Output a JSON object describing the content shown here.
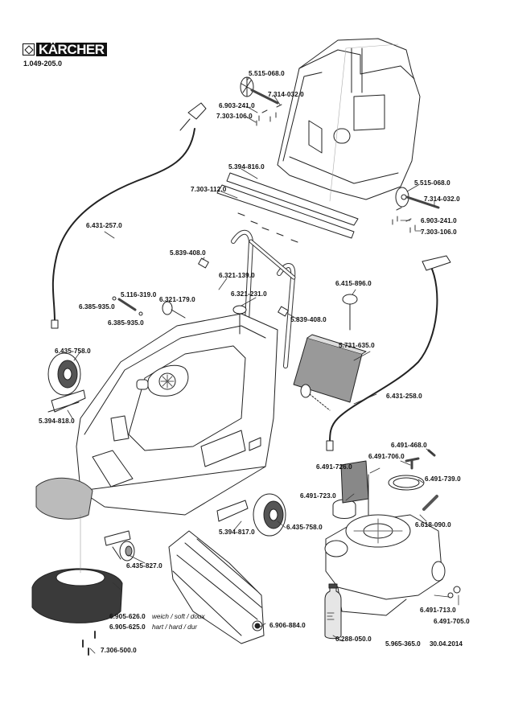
{
  "header": {
    "brand": "KÄRCHER",
    "document_number": "1.049-205.0"
  },
  "parts": {
    "p01": "5.515-068.0",
    "p02": "7.314-032.0",
    "p03": "6.903-241.0",
    "p04": "7.303-106.0",
    "p05": "5.394-816.0",
    "p06": "7.303-112.0",
    "p07": "5.515-068.0",
    "p08": "7.314-032.0",
    "p09": "6.903-241.0",
    "p10": "7.303-106.0",
    "p11": "6.431-257.0",
    "p12": "5.839-408.0",
    "p13": "6.321-139.0",
    "p14": "5.116-319.0",
    "p15": "6.321-179.0",
    "p16": "6.385-935.0",
    "p17": "6.385-935.0",
    "p18": "6.321-231.0",
    "p19": "6.415-896.0",
    "p20": "5.839-408.0",
    "p21": "6.435-758.0",
    "p22": "5.731-635.0",
    "p23": "5.394-818.0",
    "p24": "6.431-258.0",
    "p25": "6.491-468.0",
    "p26": "6.491-726.0",
    "p27": "6.491-706.0",
    "p28": "6.491-739.0",
    "p29": "6.491-723.0",
    "p30": "6.618-090.0",
    "p31": "5.394-817.0",
    "p32": "6.435-758.0",
    "p33": "6.435-827.0",
    "p34": "6.905-626.0",
    "p35": "6.905-625.0",
    "p36": "7.306-500.0",
    "p37": "6.906-884.0",
    "p38": "6.288-050.0",
    "p39": "6.491-713.0",
    "p40": "6.491-705.0"
  },
  "notes": {
    "soft": "weich / soft / doux",
    "hard": "hart / hard / dur"
  },
  "footer": {
    "drawing_number": "5.965-365.0",
    "date": "30.04.2014"
  }
}
